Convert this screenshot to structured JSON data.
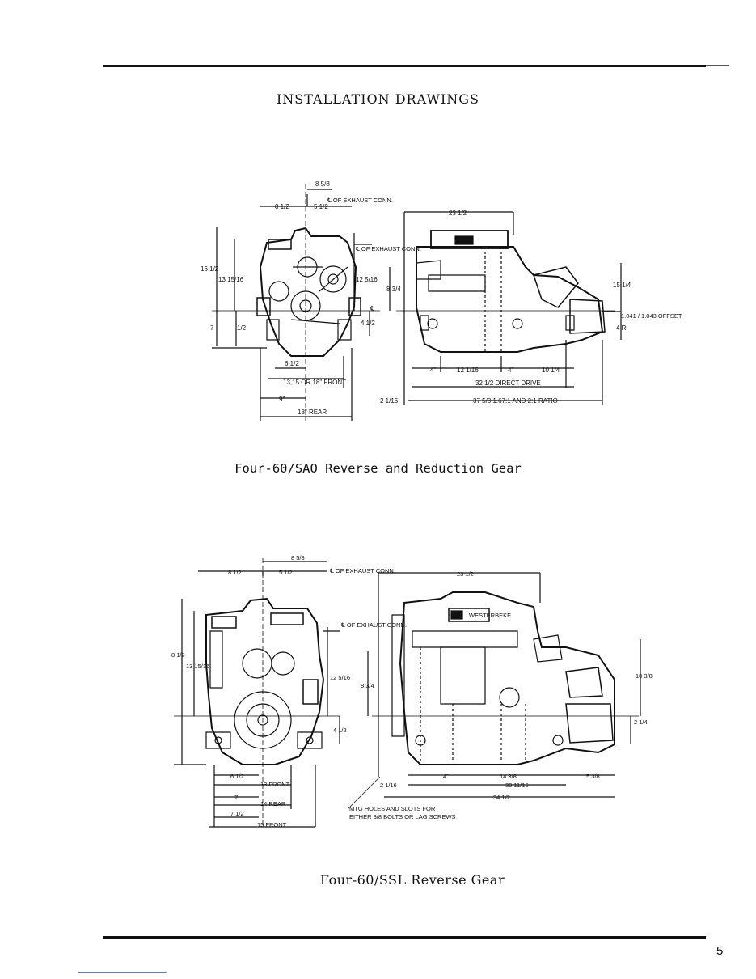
{
  "page": {
    "title": "INSTALLATION DRAWINGS",
    "page_number": "5"
  },
  "figure1": {
    "caption": "Four-60/SAO Reverse and Reduction Gear",
    "labels": {
      "d_8_5_8": "8 5/8",
      "d_8_1_2": "8 1/2",
      "d_5_1_2": "5 1/2",
      "exhaust_a": "℄ OF EXHAUST CONN.",
      "exhaust_b": "℄ OF EXHAUST CONN.",
      "d_16_1_2": "16 1/2",
      "d_13_15_16": "13 15/16",
      "d_12_5_16": "12 5/16",
      "d_7": "7",
      "d_1_2": "1/2",
      "cl": "℄",
      "d_4_1_2": "4 1/2",
      "d_6_1_2": "6 1/2",
      "front_dims": "13,15 OR 18\" FRONT",
      "d_9": "9\"",
      "rear_dims": "18\" REAR",
      "d_23_1_2": "23 1/2",
      "d_8_3_4": "8 3/4",
      "d_15_1_4": "15 1/4",
      "offset": "1.041 / 1.043 OFFSET",
      "d_4r": "4 R.",
      "d_4a": "4\"",
      "d_12_1_16": "12 1/16",
      "d_4b": "4\"",
      "d_10_1_4": "10 1/4",
      "direct_drive": "32 1/2 DIRECT DRIVE",
      "d_2_1_16": "2 1/16",
      "ratio": "37 5/8 1.67:1 AND 2:1 RATIO"
    }
  },
  "figure2": {
    "caption": "Four-60/SSL Reverse Gear",
    "labels": {
      "d_8_5_8": "8 5/8",
      "d_8_1_2": "8 1/2",
      "d_5_1_2": "5 1/2",
      "exhaust_a": "℄ OF EXHAUST CONN.",
      "exhaust_b": "℄ OF EXHAUST CONN.",
      "d_23_1_2": "23 1/2",
      "westerbeke": "WESTERBEKE",
      "d_8_1_2v": "8 1/2",
      "d_13_15_16": "13 15/16",
      "d_12_5_16": "12 5/16",
      "d_8_3_4": "8 3/4",
      "d_4_1_2": "4 1/2",
      "d_10_3_8": "10 3/8",
      "d_2_1_4": "2 1/4",
      "d_6_1_2": "6 1/2",
      "front13": "13 FRONT",
      "d_7": "7",
      "rear14": "14 REAR",
      "d_7_1_2": "7 1/2",
      "front15": "15 FRONT",
      "mtg": "MTG HOLES AND SLOTS FOR",
      "mtg2": "EITHER 3/8 BOLTS OR LAG SCREWS",
      "d_4": "4\"",
      "d_14_3_8": "14 3/8",
      "d_5_3_8": "5 3/8",
      "d_30_11_16": "30 11/16",
      "d_2_1_16": "2 1/16",
      "d_34_1_2": "34 1/2"
    }
  }
}
